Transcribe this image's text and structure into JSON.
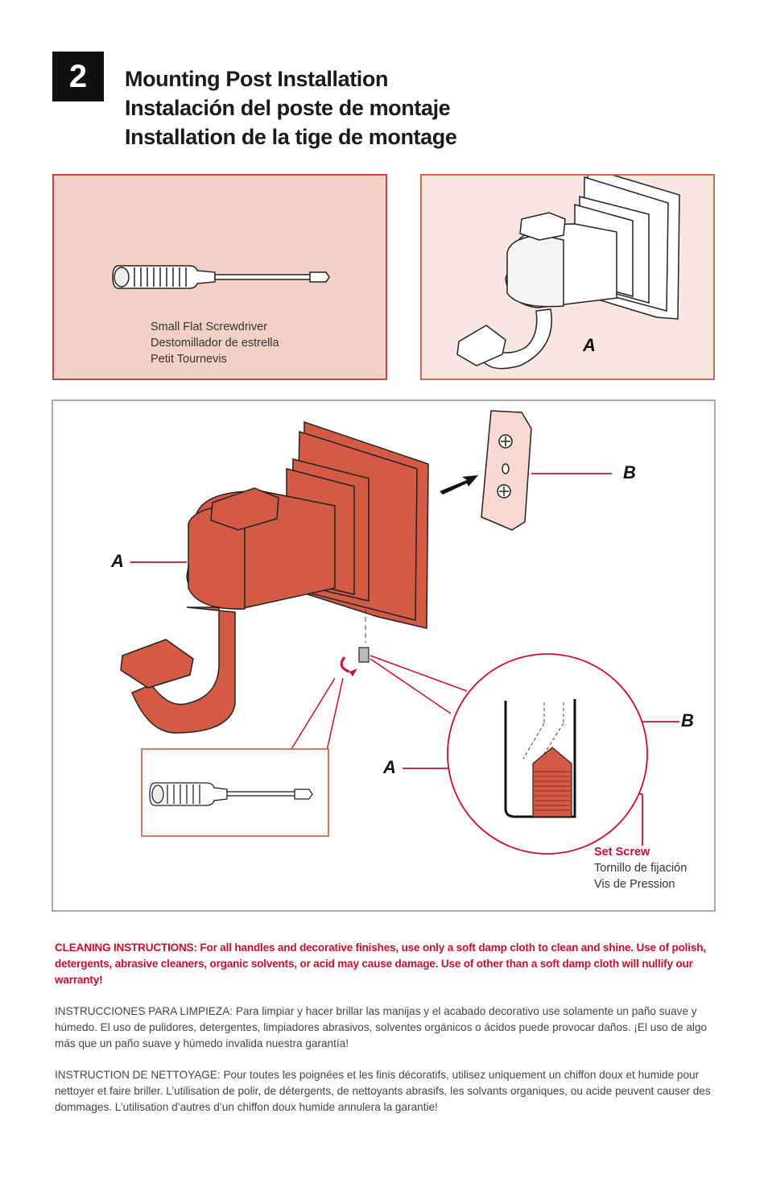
{
  "step": {
    "number": "2"
  },
  "title": {
    "en": "Mounting Post Installation",
    "es": "Instalación del poste de montaje",
    "fr": "Installation de la tige de montage"
  },
  "tools": {
    "line1": "Small Flat Screwdriver",
    "line2": "Destomillador de estrella",
    "line3": "Petit Tournevis"
  },
  "labels": {
    "a": "A",
    "b": "B"
  },
  "set_screw": {
    "en": "Set Screw",
    "es": "Tornillo de fijación",
    "fr": "Vis de Pression"
  },
  "cleaning": {
    "en": "CLEANING INSTRUCTIONS: For all handles and decorative finishes, use only a soft damp cloth to clean and shine. Use of polish, detergents, abrasive cleaners, organic solvents, or acid may cause damage. Use of other than a soft damp cloth will nullify our warranty!",
    "es": "INSTRUCCIONES PARA LIMPIEZA:  Para limpiar y hacer brillar las manijas y el acabado decorativo use solamente un paño suave y húmedo. El uso de pulidores, detergentes, limpiadores abrasivos, solventes orgánicos o ácidos puede provocar daños. ¡El uso de algo más que un paño suave y húmedo invalida nuestra garantía!",
    "fr": "INSTRUCTION DE NETTOYAGE: Pour toutes les poignées et les finis décoratifs, utilisez uniquement un chiffon doux et humide pour nettoyer et faire briller. L’utilisation de polir, de détergents, de nettoyants abrasifs, les solvants organiques, ou acide peuvent causer des dommages. L’utilisation d’autres d’un chiffon doux humide annulera la garantie!"
  },
  "colors": {
    "accent": "#c8102e",
    "hook": "#d35b45",
    "panel_tint": "#f3d1c6",
    "panel_light": "#f9e6e0"
  }
}
